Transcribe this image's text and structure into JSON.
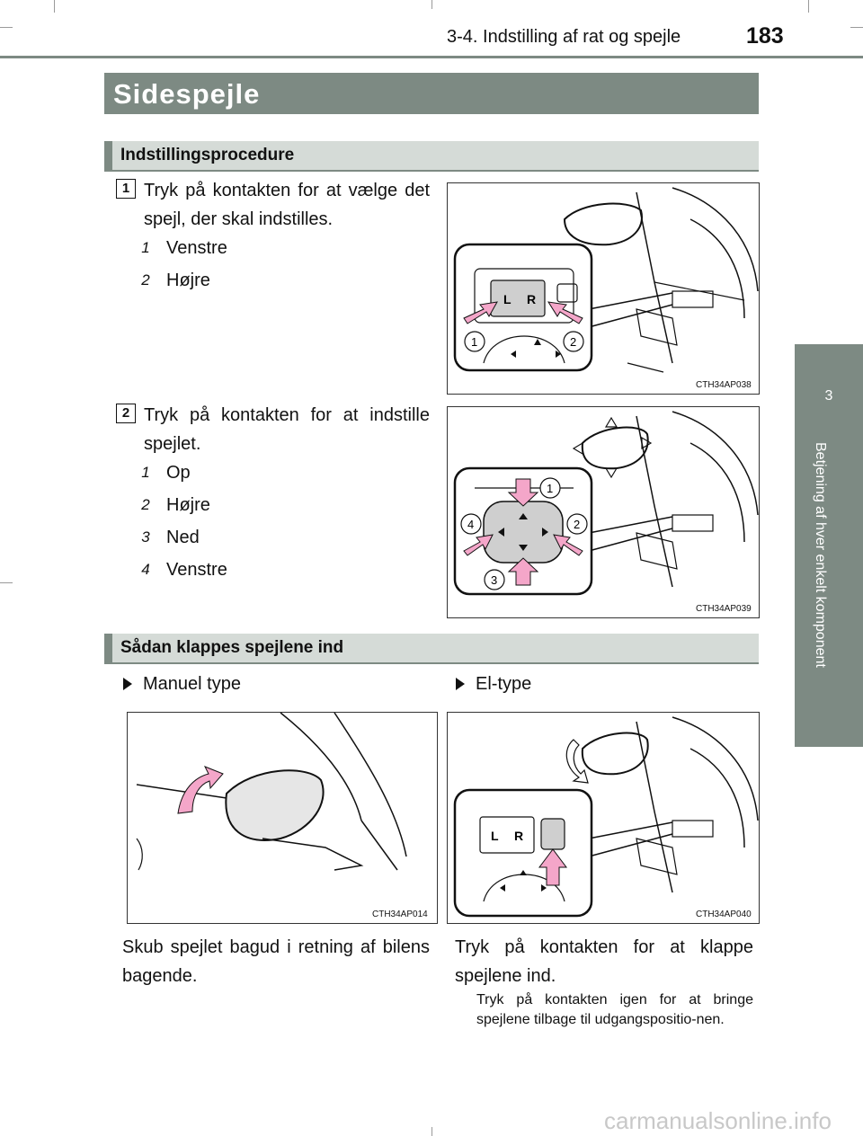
{
  "header": {
    "section_path": "3-4. Indstilling af rat og spejle",
    "page_number": "183"
  },
  "side_tab": {
    "chapter_number": "3",
    "chapter_title": "Betjening af hver enkelt komponent"
  },
  "section_title": "Sidespejle",
  "adjust": {
    "subheading": "Indstillingsprocedure",
    "step1": {
      "number": "1",
      "text": "Tryk på kontakten for at vælge det spejl, der skal indstilles.",
      "items": [
        {
          "num": "1",
          "label": "Venstre"
        },
        {
          "num": "2",
          "label": "Højre"
        }
      ],
      "figure_code": "CTH34AP038"
    },
    "step2": {
      "number": "2",
      "text": "Tryk på kontakten for at indstille spejlet.",
      "items": [
        {
          "num": "1",
          "label": "Op"
        },
        {
          "num": "2",
          "label": "Højre"
        },
        {
          "num": "3",
          "label": "Ned"
        },
        {
          "num": "4",
          "label": "Venstre"
        }
      ],
      "figure_code": "CTH34AP039"
    }
  },
  "fold": {
    "subheading": "Sådan klappes spejlene ind",
    "manual": {
      "label": "Manuel type",
      "figure_code": "CTH34AP014",
      "text": "Skub spejlet bagud i retning af bilens bagende."
    },
    "electric": {
      "label": "El-type",
      "figure_code": "CTH34AP040",
      "text": "Tryk på kontakten for at klappe spejlene ind.",
      "note": "Tryk på kontakten igen for at bringe spejlene tilbage til udgangspositio-nen."
    }
  },
  "figure_labels": {
    "switch_left": "L",
    "switch_right": "R",
    "callout_1": "1",
    "callout_2": "2",
    "callout_3": "3",
    "callout_4": "4"
  },
  "watermark": "carmanualsonline.info",
  "colors": {
    "accent_gray_green": "#7d8a83",
    "subheading_fill": "#d5dbd7",
    "arrow_pink": "#f4a6c9"
  }
}
